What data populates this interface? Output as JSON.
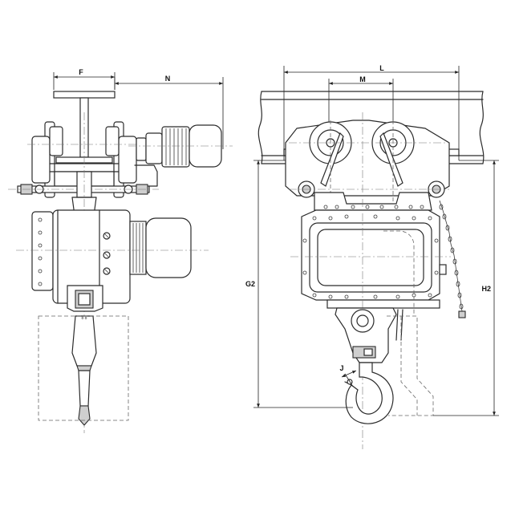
{
  "labels": {
    "F": "F",
    "N": "N",
    "L": "L",
    "M": "M",
    "G2": "G2",
    "H2": "H2",
    "J": "J"
  },
  "small_marks": {
    "pendant_text": "o o"
  }
}
